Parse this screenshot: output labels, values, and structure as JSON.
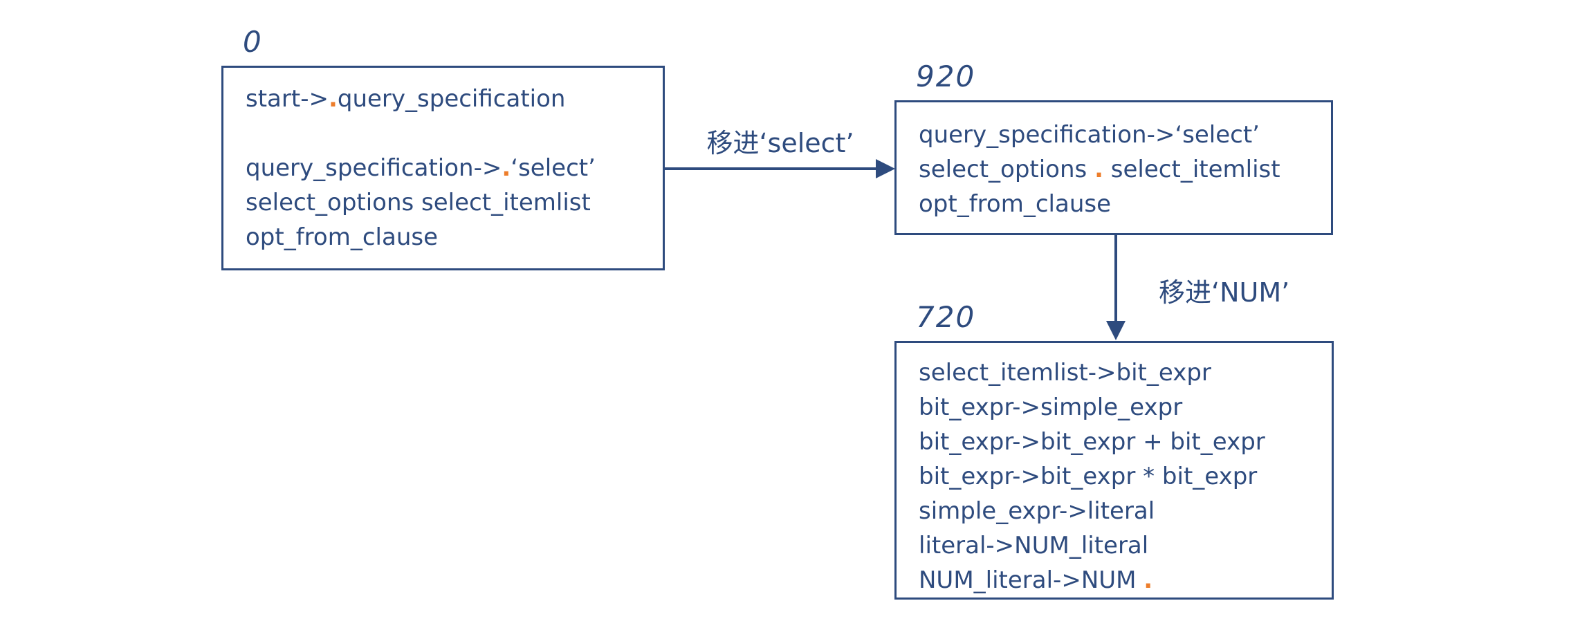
{
  "diagram": {
    "title_hint": "LR parser state transition diagram",
    "colors": {
      "ink": "#2e4b7e",
      "accent": "#ed7d2b",
      "background": "#ffffff"
    },
    "states": [
      {
        "id": "0",
        "lines": [
          [
            {
              "text": "start->",
              "color": "ink"
            },
            {
              "text": ".",
              "color": "accent"
            },
            {
              "text": "query_specification",
              "color": "ink"
            }
          ],
          [],
          [
            {
              "text": "query_specification->",
              "color": "ink"
            },
            {
              "text": ".",
              "color": "accent"
            },
            {
              "text": "‘select’",
              "color": "ink"
            }
          ],
          [
            {
              "text": "select_options select_itemlist",
              "color": "ink"
            }
          ],
          [
            {
              "text": "opt_from_clause",
              "color": "ink"
            }
          ]
        ]
      },
      {
        "id": "920",
        "lines": [
          [
            {
              "text": "query_specification->‘select’",
              "color": "ink"
            }
          ],
          [
            {
              "text": "select_options ",
              "color": "ink"
            },
            {
              "text": ".",
              "color": "accent"
            },
            {
              "text": " select_itemlist",
              "color": "ink"
            }
          ],
          [
            {
              "text": "opt_from_clause",
              "color": "ink"
            }
          ]
        ]
      },
      {
        "id": "720",
        "lines": [
          [
            {
              "text": "select_itemlist->bit_expr",
              "color": "ink"
            }
          ],
          [
            {
              "text": "bit_expr->simple_expr",
              "color": "ink"
            }
          ],
          [
            {
              "text": "bit_expr->bit_expr + bit_expr",
              "color": "ink"
            }
          ],
          [
            {
              "text": "bit_expr->bit_expr * bit_expr",
              "color": "ink"
            }
          ],
          [
            {
              "text": "simple_expr->literal",
              "color": "ink"
            }
          ],
          [
            {
              "text": "literal->NUM_literal",
              "color": "ink"
            }
          ],
          [
            {
              "text": "NUM_literal->NUM ",
              "color": "ink"
            },
            {
              "text": ".",
              "color": "accent"
            }
          ]
        ]
      }
    ],
    "transitions": [
      {
        "from": "0",
        "to": "920",
        "direction": "right",
        "label": "移进‘select’"
      },
      {
        "from": "920",
        "to": "720",
        "direction": "down",
        "label": "移进‘NUM’"
      }
    ]
  }
}
